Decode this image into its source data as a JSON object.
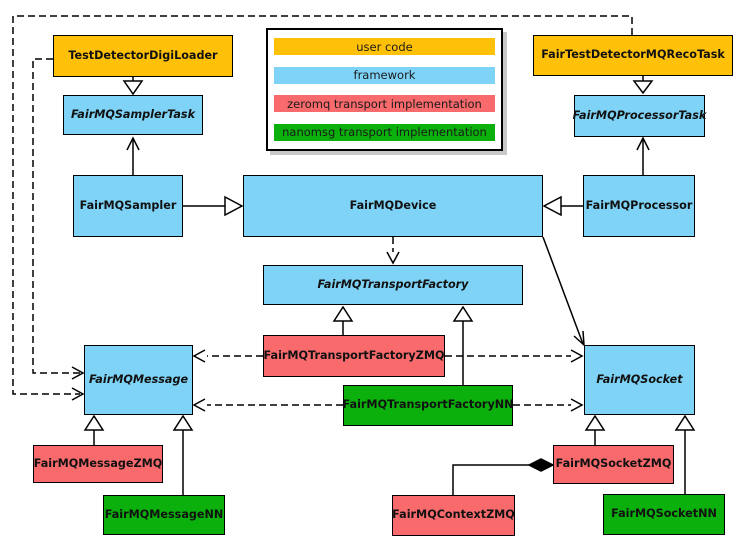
{
  "diagram": {
    "type": "uml-class-diagram",
    "background": "#ffffff"
  },
  "colors": {
    "user_code": "#FFC107",
    "framework": "#7ED3F7",
    "zeromq": "#F96A6D",
    "nanomsg": "#0CB00C",
    "border": "#000000",
    "line": "#000000",
    "legend_shadow": "#C8C8C8"
  },
  "legend": {
    "items": [
      {
        "label": "user code",
        "color": "user_code"
      },
      {
        "label": "framework",
        "color": "framework"
      },
      {
        "label": "zeromq transport implementation",
        "color": "zeromq"
      },
      {
        "label": "nanomsg transport implementation",
        "color": "nanomsg"
      }
    ]
  },
  "nodes": [
    {
      "id": "TestDetectorDigiLoader",
      "label": "TestDetectorDigiLoader",
      "color": "user_code",
      "abstract": false
    },
    {
      "id": "FairTestDetectorMQRecoTask",
      "label": "FairTestDetectorMQRecoTask",
      "color": "user_code",
      "abstract": false
    },
    {
      "id": "FairMQSamplerTask",
      "label": "FairMQSamplerTask",
      "color": "framework",
      "abstract": true
    },
    {
      "id": "FairMQProcessorTask",
      "label": "FairMQProcessorTask",
      "color": "framework",
      "abstract": true
    },
    {
      "id": "FairMQSampler",
      "label": "FairMQSampler",
      "color": "framework",
      "abstract": false
    },
    {
      "id": "FairMQDevice",
      "label": "FairMQDevice",
      "color": "framework",
      "abstract": false
    },
    {
      "id": "FairMQProcessor",
      "label": "FairMQProcessor",
      "color": "framework",
      "abstract": false
    },
    {
      "id": "FairMQTransportFactory",
      "label": "FairMQTransportFactory",
      "color": "framework",
      "abstract": true
    },
    {
      "id": "FairMQTransportFactoryZMQ",
      "label": "FairMQTransportFactoryZMQ",
      "color": "zeromq",
      "abstract": false
    },
    {
      "id": "FairMQTransportFactoryNN",
      "label": "FairMQTransportFactoryNN",
      "color": "nanomsg",
      "abstract": false
    },
    {
      "id": "FairMQMessage",
      "label": "FairMQMessage",
      "color": "framework",
      "abstract": true
    },
    {
      "id": "FairMQSocket",
      "label": "FairMQSocket",
      "color": "framework",
      "abstract": true
    },
    {
      "id": "FairMQMessageZMQ",
      "label": "FairMQMessageZMQ",
      "color": "zeromq",
      "abstract": false
    },
    {
      "id": "FairMQMessageNN",
      "label": "FairMQMessageNN",
      "color": "nanomsg",
      "abstract": false
    },
    {
      "id": "FairMQSocketZMQ",
      "label": "FairMQSocketZMQ",
      "color": "zeromq",
      "abstract": false
    },
    {
      "id": "FairMQContextZMQ",
      "label": "FairMQContextZMQ",
      "color": "zeromq",
      "abstract": false
    },
    {
      "id": "FairMQSocketNN",
      "label": "FairMQSocketNN",
      "color": "nanomsg",
      "abstract": false
    }
  ],
  "edges": [
    {
      "from": "TestDetectorDigiLoader",
      "to": "FairMQSamplerTask",
      "type": "inheritance",
      "style": "solid"
    },
    {
      "from": "FairTestDetectorMQRecoTask",
      "to": "FairMQProcessorTask",
      "type": "inheritance",
      "style": "solid"
    },
    {
      "from": "FairMQSampler",
      "to": "FairMQSamplerTask",
      "type": "association",
      "style": "solid"
    },
    {
      "from": "FairMQProcessor",
      "to": "FairMQProcessorTask",
      "type": "association",
      "style": "solid"
    },
    {
      "from": "FairMQSampler",
      "to": "FairMQDevice",
      "type": "inheritance",
      "style": "solid"
    },
    {
      "from": "FairMQProcessor",
      "to": "FairMQDevice",
      "type": "inheritance",
      "style": "solid"
    },
    {
      "from": "FairMQDevice",
      "to": "FairMQTransportFactory",
      "type": "dependency",
      "style": "dashed"
    },
    {
      "from": "FairMQDevice",
      "to": "FairMQSocket",
      "type": "association",
      "style": "solid"
    },
    {
      "from": "FairMQTransportFactoryZMQ",
      "to": "FairMQTransportFactory",
      "type": "inheritance",
      "style": "solid"
    },
    {
      "from": "FairMQTransportFactoryNN",
      "to": "FairMQTransportFactory",
      "type": "inheritance",
      "style": "solid"
    },
    {
      "from": "FairMQTransportFactoryZMQ",
      "to": "FairMQMessage",
      "type": "dependency",
      "style": "dashed"
    },
    {
      "from": "FairMQTransportFactoryZMQ",
      "to": "FairMQSocket",
      "type": "dependency",
      "style": "dashed"
    },
    {
      "from": "FairMQTransportFactoryNN",
      "to": "FairMQMessage",
      "type": "dependency",
      "style": "dashed"
    },
    {
      "from": "FairMQTransportFactoryNN",
      "to": "FairMQSocket",
      "type": "dependency",
      "style": "dashed"
    },
    {
      "from": "TestDetectorDigiLoader",
      "to": "FairMQMessage",
      "type": "dependency",
      "style": "dashed"
    },
    {
      "from": "FairTestDetectorMQRecoTask",
      "to": "FairMQMessage",
      "type": "dependency",
      "style": "dashed"
    },
    {
      "from": "FairMQMessageZMQ",
      "to": "FairMQMessage",
      "type": "inheritance",
      "style": "solid"
    },
    {
      "from": "FairMQMessageNN",
      "to": "FairMQMessage",
      "type": "inheritance",
      "style": "solid"
    },
    {
      "from": "FairMQSocketZMQ",
      "to": "FairMQSocket",
      "type": "inheritance",
      "style": "solid"
    },
    {
      "from": "FairMQSocketNN",
      "to": "FairMQSocket",
      "type": "inheritance",
      "style": "solid"
    },
    {
      "from": "FairMQContextZMQ",
      "to": "FairMQSocketZMQ",
      "type": "composition",
      "style": "solid"
    }
  ]
}
